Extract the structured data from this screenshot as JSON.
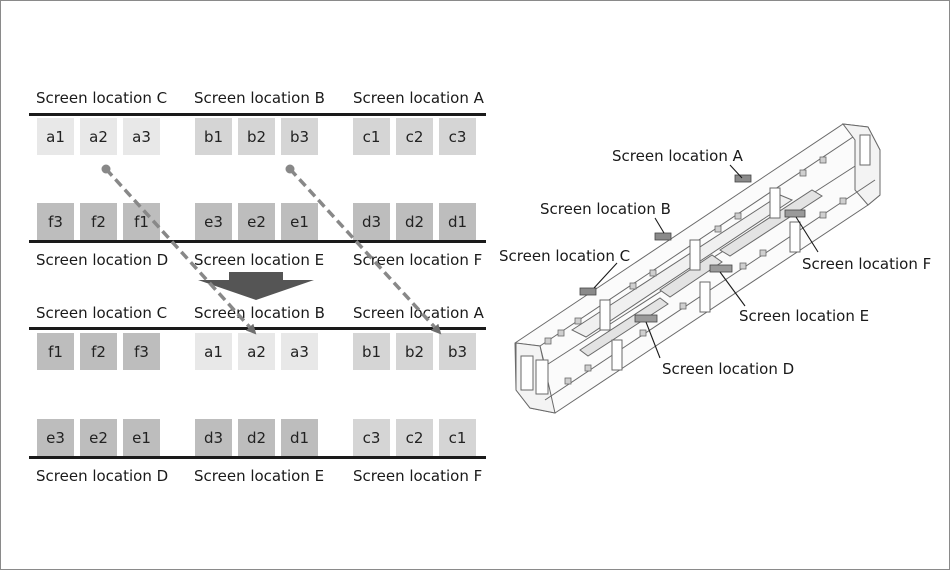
{
  "left_diagram": {
    "top_block": {
      "top_labels": [
        "Screen location C",
        "Screen location B",
        "Screen location A"
      ],
      "top_row": [
        "a1",
        "a2",
        "a3",
        "b1",
        "b2",
        "b3",
        "c1",
        "c2",
        "c3"
      ],
      "bottom_row": [
        "f3",
        "f2",
        "f1",
        "e3",
        "e2",
        "e1",
        "d3",
        "d2",
        "d1"
      ],
      "bottom_labels": [
        "Screen location D",
        "Screen location E",
        "Screen location F"
      ]
    },
    "bottom_block": {
      "top_labels": [
        "Screen location C",
        "Screen location B",
        "Screen location A"
      ],
      "top_row": [
        "f1",
        "f2",
        "f3",
        "a1",
        "a2",
        "a3",
        "b1",
        "b2",
        "b3"
      ],
      "bottom_row": [
        "e3",
        "e2",
        "e1",
        "d3",
        "d2",
        "d1",
        "c3",
        "c2",
        "c1"
      ],
      "bottom_labels": [
        "Screen location D",
        "Screen location E",
        "Screen location F"
      ]
    }
  },
  "train_callouts": {
    "a": "Screen location A",
    "b": "Screen location B",
    "c": "Screen location C",
    "d": "Screen location D",
    "e": "Screen location E",
    "f": "Screen location F"
  },
  "colors": {
    "light": "#e8e8e8",
    "mid": "#d5d5d5",
    "dark": "#bdbdbd",
    "line": "#1a1a1a",
    "arrow": "#555555"
  }
}
